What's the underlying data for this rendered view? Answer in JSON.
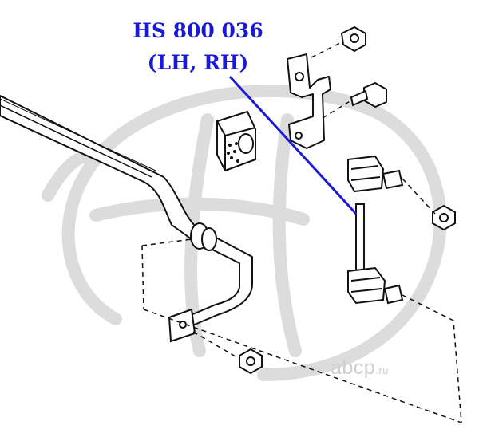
{
  "callout": {
    "part_number": "HS 800 036",
    "side": "(LH, RH)",
    "color": "#1a1ad6"
  },
  "watermark": {
    "brand": "abcp",
    "tld": ".ru",
    "color": "#cfcfcf"
  },
  "icons": [
    "watermark-logo-icon",
    "stabilizer-bar-icon",
    "bushing-icon",
    "bracket-icon",
    "stabilizer-link-icon",
    "nut-icon",
    "bolt-icon"
  ]
}
